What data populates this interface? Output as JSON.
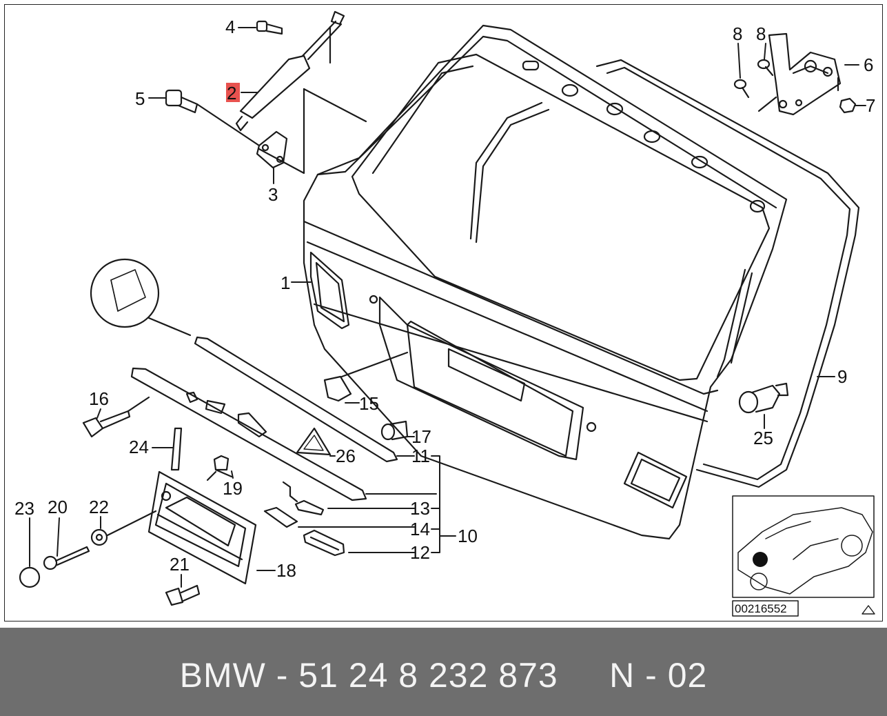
{
  "diagram": {
    "callouts": {
      "c1": "1",
      "c2": "2",
      "c3": "3",
      "c4": "4",
      "c5": "5",
      "c6": "6",
      "c7": "7",
      "c8a": "8",
      "c8b": "8",
      "c9": "9",
      "c10": "10",
      "c11": "11",
      "c12": "12",
      "c13": "13",
      "c14": "14",
      "c15": "15",
      "c16": "16",
      "c17": "17",
      "c18": "18",
      "c19": "19",
      "c20": "20",
      "c21": "21",
      "c22": "22",
      "c23": "23",
      "c24": "24",
      "c25": "25",
      "c26": "26"
    },
    "highlighted_callout": "2",
    "highlight_color": "#e8524f",
    "drawing_number": "00216552",
    "warning_icon": "triangle-icon"
  },
  "footer": {
    "part_number": "BMW - 51 24 8 232 873     N - 02"
  }
}
